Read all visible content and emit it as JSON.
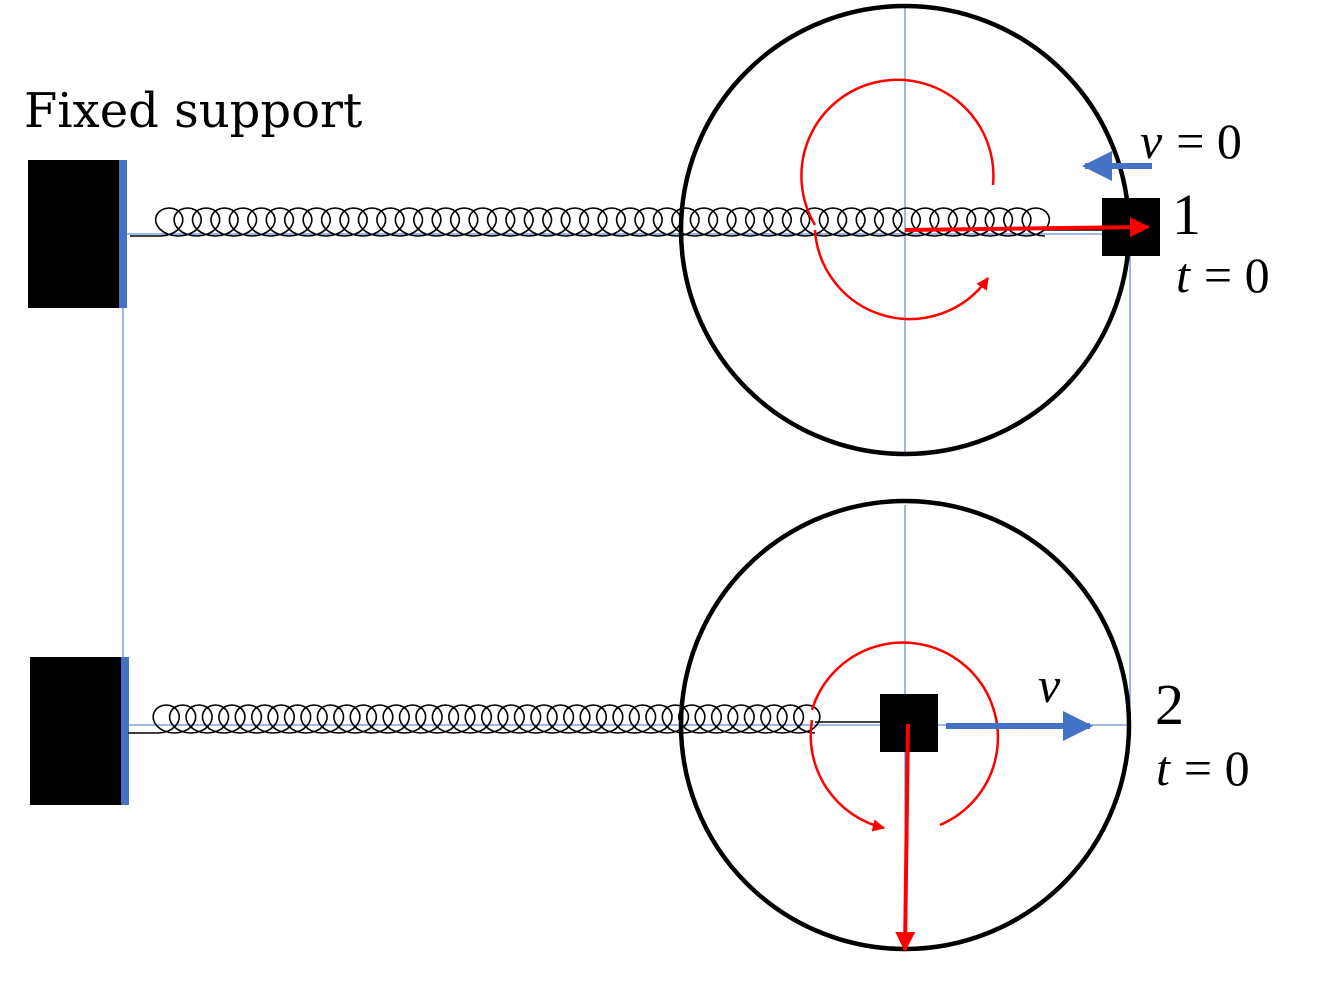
{
  "title": "Fixed support",
  "top_panel": {
    "number": "1",
    "velocity_var": "v",
    "velocity_eq": "= 0",
    "time_var": "t",
    "time_eq": "= 0"
  },
  "bottom_panel": {
    "number": "2",
    "velocity_var": "v",
    "time_var": "t",
    "time_eq": "= 0"
  },
  "colors": {
    "outline": "#000000",
    "guide": "#4472c4",
    "velocity_arrow": "#4472c4",
    "phasor": "#ff0000",
    "mass": "#000000"
  }
}
